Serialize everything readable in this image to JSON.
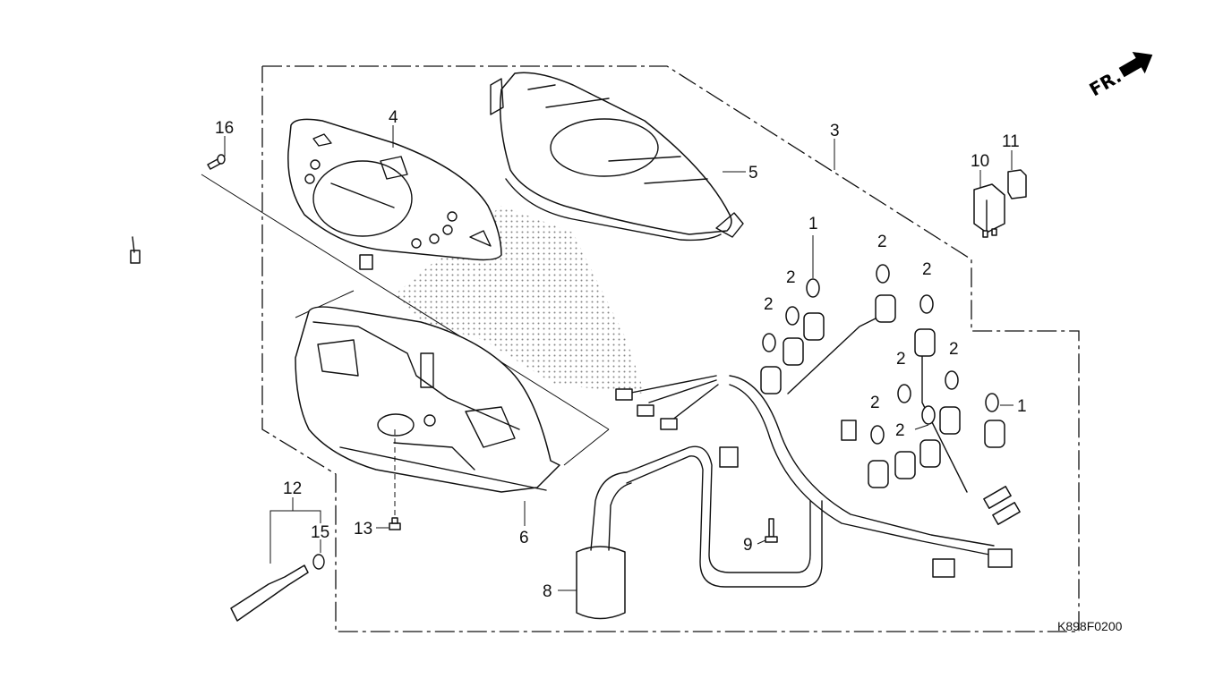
{
  "diagram": {
    "title": "Meter / Wire Harness exploded parts diagram",
    "diagram_code": "K898F0200",
    "direction_indicator": "FR.",
    "callouts": [
      {
        "id": "c1a",
        "label": "1"
      },
      {
        "id": "c1b",
        "label": "1"
      },
      {
        "id": "c2a",
        "label": "2"
      },
      {
        "id": "c2b",
        "label": "2"
      },
      {
        "id": "c2c",
        "label": "2"
      },
      {
        "id": "c2d",
        "label": "2"
      },
      {
        "id": "c2e",
        "label": "2"
      },
      {
        "id": "c2f",
        "label": "2"
      },
      {
        "id": "c2g",
        "label": "2"
      },
      {
        "id": "c2h",
        "label": "2"
      },
      {
        "id": "c3",
        "label": "3"
      },
      {
        "id": "c4",
        "label": "4"
      },
      {
        "id": "c5",
        "label": "5"
      },
      {
        "id": "c6",
        "label": "6"
      },
      {
        "id": "c8",
        "label": "8"
      },
      {
        "id": "c9",
        "label": "9"
      },
      {
        "id": "c10",
        "label": "10"
      },
      {
        "id": "c11",
        "label": "11"
      },
      {
        "id": "c12",
        "label": "12"
      },
      {
        "id": "c13",
        "label": "13"
      },
      {
        "id": "c15",
        "label": "15"
      },
      {
        "id": "c16",
        "label": "16"
      }
    ],
    "parts": [
      {
        "ref": "1",
        "name": "bulb"
      },
      {
        "ref": "2",
        "name": "bulb"
      },
      {
        "ref": "3",
        "name": "meter assembly"
      },
      {
        "ref": "4",
        "name": "meter panel / speedometer"
      },
      {
        "ref": "5",
        "name": "meter lens / visor"
      },
      {
        "ref": "6",
        "name": "meter case"
      },
      {
        "ref": "8",
        "name": "harness cylinder"
      },
      {
        "ref": "9",
        "name": "screw"
      },
      {
        "ref": "10",
        "name": "relay"
      },
      {
        "ref": "11",
        "name": "relay cap"
      },
      {
        "ref": "12",
        "name": "speedometer cable"
      },
      {
        "ref": "13",
        "name": "screw"
      },
      {
        "ref": "15",
        "name": "o-ring"
      },
      {
        "ref": "16",
        "name": "screw"
      }
    ]
  }
}
